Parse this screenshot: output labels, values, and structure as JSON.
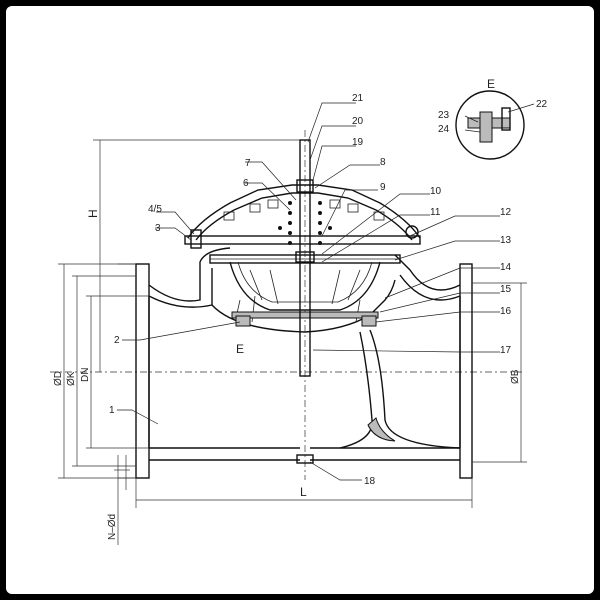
{
  "labels": {
    "l1": "1",
    "l2": "2",
    "l3": "3",
    "l45": "4/5",
    "l6": "6",
    "l7": "7",
    "l8": "8",
    "l9": "9",
    "l10": "10",
    "l11": "11",
    "l12": "12",
    "l13": "13",
    "l14": "14",
    "l15": "15",
    "l16": "16",
    "l17": "17",
    "l18": "18",
    "l19": "19",
    "l20": "20",
    "l21": "21",
    "l22": "22",
    "l23": "23",
    "l24": "24"
  },
  "detail": {
    "title": "E",
    "callout": "E"
  },
  "dimensions": {
    "H": "H",
    "D": "ØD",
    "K": "ØK",
    "DN": "DN",
    "B": "ØB",
    "L": "L",
    "Nd": "N–Ød"
  }
}
